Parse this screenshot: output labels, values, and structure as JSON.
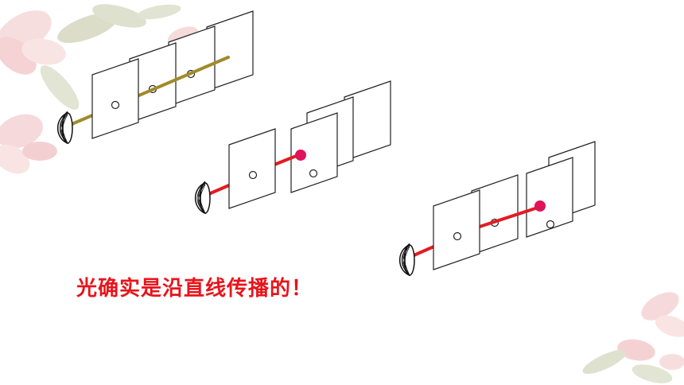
{
  "caption": "光确实是沿直线传播的！",
  "colors": {
    "caption": "#e8141b",
    "rod": "#a18a2a",
    "beam": "#e31b23",
    "spot": "#e0125a",
    "card_stroke": "#222222",
    "flower": "#f3c6c6",
    "leaf": "#c9cdb1"
  },
  "illustrations": [
    {
      "name": "rod-through-holes",
      "description_icon": "flashlight-icon",
      "beam_type": "rod",
      "cards": [
        {
          "has_hole": true
        },
        {
          "has_hole": true
        },
        {
          "has_hole": true
        },
        {
          "has_hole": false
        }
      ]
    },
    {
      "name": "misaligned-beam",
      "description_icon": "flashlight-icon",
      "beam_type": "light",
      "cards": [
        {
          "has_hole": true
        },
        {
          "has_hole": true
        },
        {
          "has_hole": true
        },
        {
          "has_hole": false
        }
      ]
    },
    {
      "name": "misaligned-beam-2",
      "description_icon": "flashlight-icon",
      "beam_type": "light",
      "cards": [
        {
          "has_hole": true
        },
        {
          "has_hole": true
        },
        {
          "has_hole": true
        },
        {
          "has_hole": false
        }
      ]
    }
  ]
}
